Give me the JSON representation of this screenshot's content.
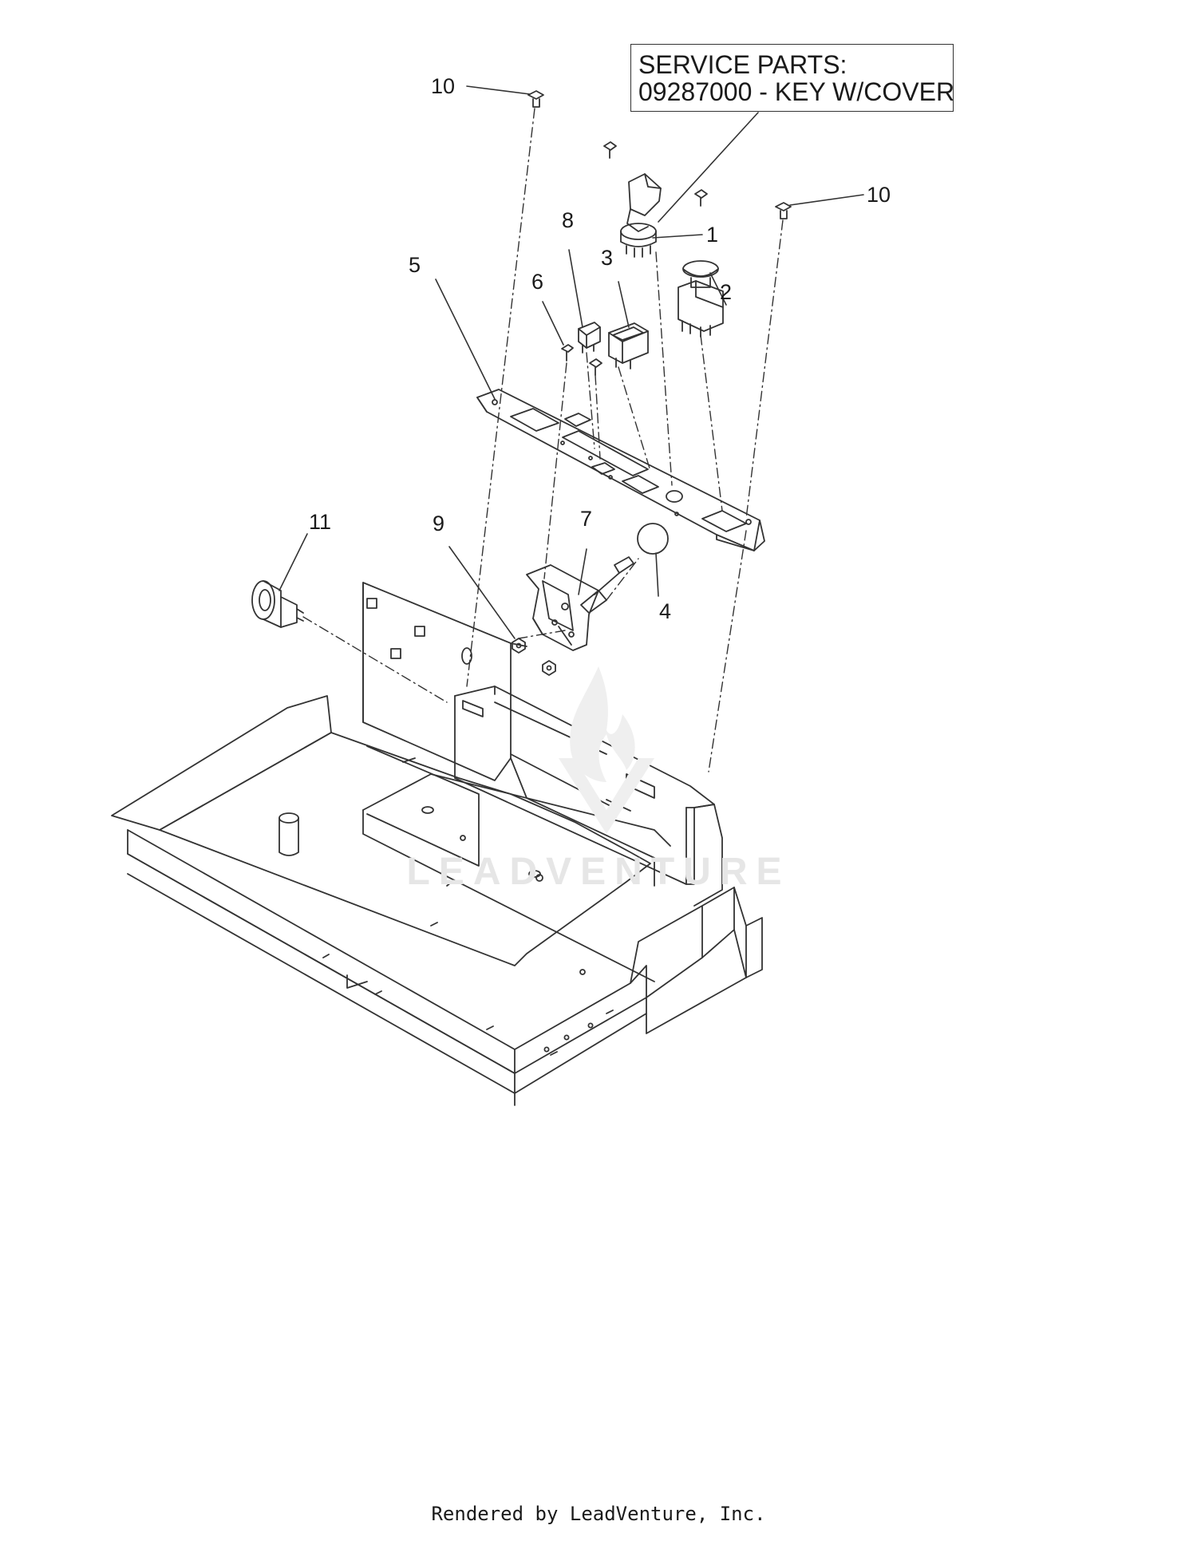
{
  "service_box": {
    "line1": "SERVICE PARTS:",
    "line2": "09287000 - KEY W/COVER"
  },
  "callouts": {
    "c1": "1",
    "c2": "2",
    "c3": "3",
    "c4": "4",
    "c5": "5",
    "c6": "6",
    "c7": "7",
    "c8": "8",
    "c9": "9",
    "c10a": "10",
    "c10b": "10",
    "c11": "11"
  },
  "watermark": "LEADVENTURE",
  "footer": "Rendered by LeadVenture, Inc.",
  "colors": {
    "line": "#333333",
    "watermark": "#e6e6e6",
    "background": "#ffffff"
  }
}
